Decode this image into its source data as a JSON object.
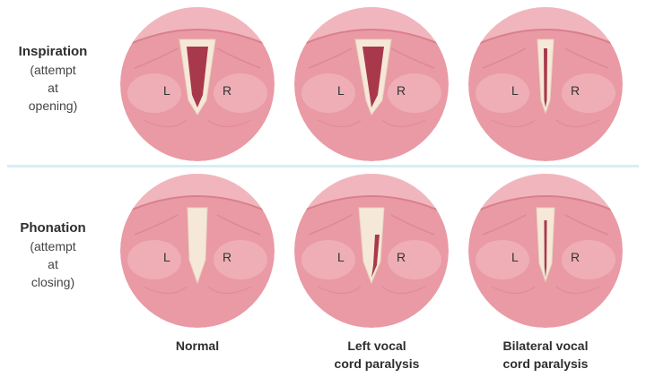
{
  "rows": [
    {
      "title": "Inspiration",
      "subtitle": [
        "(attempt",
        "at",
        "opening)"
      ]
    },
    {
      "title": "Phonation",
      "subtitle": [
        "(attempt",
        "at",
        "closing)"
      ]
    }
  ],
  "columns": [
    {
      "label": [
        "Normal",
        ""
      ]
    },
    {
      "label": [
        "Left vocal",
        "cord paralysis"
      ]
    },
    {
      "label": [
        "Bilateral vocal",
        "cord paralysis"
      ]
    }
  ],
  "side_labels": {
    "left": "L",
    "right": "R"
  },
  "colors": {
    "tissue_outer": "#e99aa4",
    "tissue_inner": "#f1b6bd",
    "tissue_dark": "#d9808c",
    "cord": "#f6e8d8",
    "airway": "#a8394c",
    "divider": "#d6eef6"
  }
}
